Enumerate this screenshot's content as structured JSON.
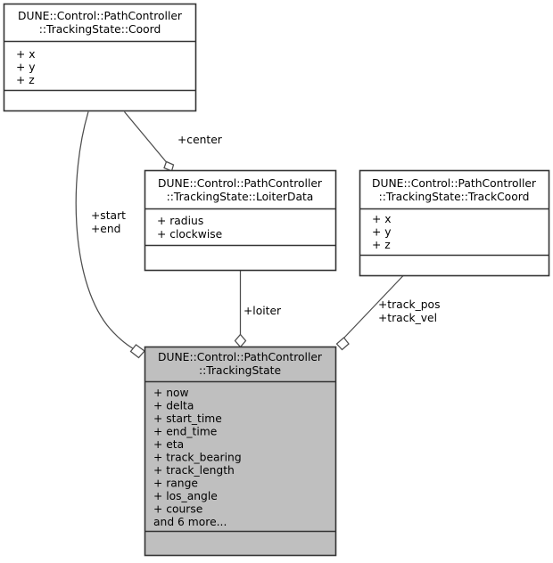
{
  "diagram": {
    "type": "uml-class-diagram",
    "background_color": "#ffffff",
    "box_fill_plain": "#ffffff",
    "box_fill_highlight": "#bfbfbf",
    "border_color": "#333333",
    "edge_color": "#4d4d4d",
    "classes": [
      {
        "id": "coord",
        "title_line1": "DUNE::Control::PathController",
        "title_line2": "::TrackingState::Coord",
        "attributes": [
          "+ x",
          "+ y",
          "+ z"
        ],
        "operations": [],
        "highlighted": false
      },
      {
        "id": "loiterdata",
        "title_line1": "DUNE::Control::PathController",
        "title_line2": "::TrackingState::LoiterData",
        "attributes": [
          "+ radius",
          "+ clockwise"
        ],
        "operations": [],
        "highlighted": false
      },
      {
        "id": "trackcoord",
        "title_line1": "DUNE::Control::PathController",
        "title_line2": "::TrackingState::TrackCoord",
        "attributes": [
          "+ x",
          "+ y",
          "+ z"
        ],
        "operations": [],
        "highlighted": false
      },
      {
        "id": "trackingstate",
        "title_line1": "DUNE::Control::PathController",
        "title_line2": "::TrackingState",
        "attributes": [
          "+ now",
          "+ delta",
          "+ start_time",
          "+ end_time",
          "+ eta",
          "+ track_bearing",
          "+ track_length",
          "+ range",
          "+ los_angle",
          "+ course",
          "and 6 more..."
        ],
        "operations": [],
        "highlighted": true
      }
    ],
    "relations": [
      {
        "id": "center",
        "from": "coord",
        "to": "loiterdata",
        "kind": "aggregation",
        "labels": [
          "+center"
        ]
      },
      {
        "id": "start-end",
        "from": "coord",
        "to": "trackingstate",
        "kind": "aggregation",
        "labels": [
          "+start",
          "+end"
        ]
      },
      {
        "id": "loiter",
        "from": "loiterdata",
        "to": "trackingstate",
        "kind": "aggregation",
        "labels": [
          "+loiter"
        ]
      },
      {
        "id": "track",
        "from": "trackcoord",
        "to": "trackingstate",
        "kind": "aggregation",
        "labels": [
          "+track_pos",
          "+track_vel"
        ]
      }
    ]
  }
}
